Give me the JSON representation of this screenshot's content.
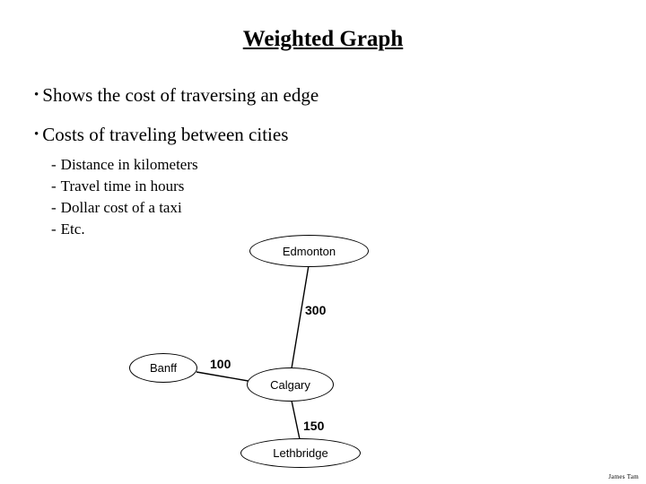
{
  "slide": {
    "title": "Weighted Graph",
    "bullets_level1": [
      "Shows the cost of traversing an edge",
      "Costs of traveling between cities"
    ],
    "bullets_level2": [
      "Distance in kilometers",
      "Travel time in hours",
      "Dollar cost of a taxi",
      "Etc."
    ],
    "bullet_marker": "•",
    "sub_marker": "-",
    "footer": "James Tam"
  },
  "graph": {
    "nodes": [
      {
        "id": "edmonton",
        "label": "Edmonton"
      },
      {
        "id": "banff",
        "label": "Banff"
      },
      {
        "id": "calgary",
        "label": "Calgary"
      },
      {
        "id": "lethbridge",
        "label": "Lethbridge"
      }
    ],
    "edges": [
      {
        "from": "edmonton",
        "to": "calgary",
        "weight": "300"
      },
      {
        "from": "banff",
        "to": "calgary",
        "weight": "100"
      },
      {
        "from": "calgary",
        "to": "lethbridge",
        "weight": "150"
      }
    ]
  }
}
